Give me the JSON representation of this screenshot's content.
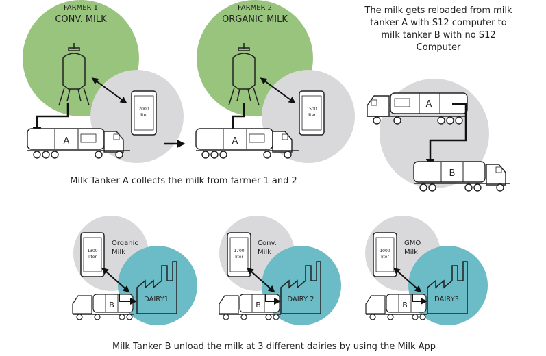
{
  "farmers": [
    {
      "line1": "FARMER 1",
      "line2": "CONV. MILK",
      "phone_value": "2000",
      "phone_unit": "liter",
      "tanker_letter": "A"
    },
    {
      "line1": "FARMER 2",
      "line2": "ORGANIC MILK",
      "phone_value": "1500",
      "phone_unit": "liter",
      "tanker_letter": "A"
    }
  ],
  "reload": {
    "text_lines": [
      "The milk gets reloaded from milk",
      "tanker A with S12 computer to",
      "milk tanker B with no S12",
      "Computer"
    ],
    "tanker_top_letter": "A",
    "tanker_bottom_letter": "B"
  },
  "caption_collect": "Milk Tanker A collects the milk from farmer 1 and 2",
  "dairies": [
    {
      "label": "DAIRY1",
      "milk_line1": "Organic",
      "milk_line2": "Milk",
      "phone_value": "1300",
      "phone_unit": "liter",
      "tanker_letter": "B"
    },
    {
      "label": "DAIRY 2",
      "milk_line1": "Conv.",
      "milk_line2": "Milk",
      "phone_value": "1700",
      "phone_unit": "liter",
      "tanker_letter": "B"
    },
    {
      "label": "DAIRY3",
      "milk_line1": "GMO",
      "milk_line2": "Milk",
      "phone_value": "1000",
      "phone_unit": "liter",
      "tanker_letter": "B"
    }
  ],
  "caption_unload": "Milk Tanker B unload the milk at 3 different dairies by using the Milk App",
  "colors": {
    "farm_green": "#98c47d",
    "gray_circle": "#d9d9db",
    "dairy_teal": "#6bbcc6",
    "ink": "#222222"
  }
}
